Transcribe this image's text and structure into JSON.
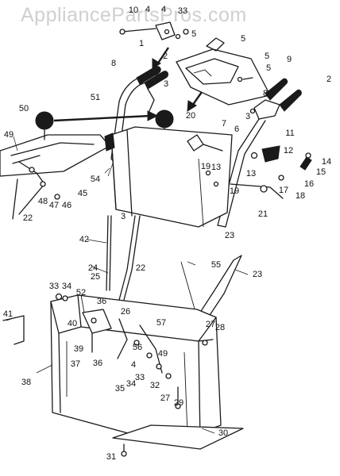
{
  "watermark": "AppliancePartsPros.com",
  "callouts": [
    {
      "id": "c10",
      "text": "10"
    },
    {
      "id": "c4a",
      "text": "4"
    },
    {
      "id": "c4b",
      "text": "4"
    },
    {
      "id": "c33a",
      "text": "33"
    },
    {
      "id": "c5a",
      "text": "5"
    },
    {
      "id": "c1",
      "text": "1"
    },
    {
      "id": "c2a",
      "text": "2"
    },
    {
      "id": "c5b",
      "text": "5"
    },
    {
      "id": "c5c",
      "text": "5"
    },
    {
      "id": "c9",
      "text": "9"
    },
    {
      "id": "c5d",
      "text": "5"
    },
    {
      "id": "c2b",
      "text": "2"
    },
    {
      "id": "c8a",
      "text": "8"
    },
    {
      "id": "c3a",
      "text": "3"
    },
    {
      "id": "c8b",
      "text": "8"
    },
    {
      "id": "c51",
      "text": "51"
    },
    {
      "id": "c50",
      "text": "50"
    },
    {
      "id": "c20",
      "text": "20"
    },
    {
      "id": "c3b",
      "text": "3"
    },
    {
      "id": "c11",
      "text": "11"
    },
    {
      "id": "c6",
      "text": "6"
    },
    {
      "id": "c7",
      "text": "7"
    },
    {
      "id": "c49a",
      "text": "49"
    },
    {
      "id": "c12",
      "text": "12"
    },
    {
      "id": "c13a",
      "text": "13"
    },
    {
      "id": "c14",
      "text": "14"
    },
    {
      "id": "c15",
      "text": "15"
    },
    {
      "id": "c19a",
      "text": "19"
    },
    {
      "id": "c13b",
      "text": "13"
    },
    {
      "id": "c16",
      "text": "16"
    },
    {
      "id": "c54",
      "text": "54"
    },
    {
      "id": "c48",
      "text": "48"
    },
    {
      "id": "c45",
      "text": "45"
    },
    {
      "id": "c47",
      "text": "47"
    },
    {
      "id": "c46",
      "text": "46"
    },
    {
      "id": "c19b",
      "text": "19"
    },
    {
      "id": "c17",
      "text": "17"
    },
    {
      "id": "c18",
      "text": "18"
    },
    {
      "id": "c21",
      "text": "21"
    },
    {
      "id": "c22a",
      "text": "22"
    },
    {
      "id": "c3c",
      "text": "3"
    },
    {
      "id": "c23a",
      "text": "23"
    },
    {
      "id": "c42",
      "text": "42"
    },
    {
      "id": "c55",
      "text": "55"
    },
    {
      "id": "c23b",
      "text": "23"
    },
    {
      "id": "c24",
      "text": "24"
    },
    {
      "id": "c22b",
      "text": "22"
    },
    {
      "id": "c25",
      "text": "25"
    },
    {
      "id": "c33b",
      "text": "33"
    },
    {
      "id": "c34a",
      "text": "34"
    },
    {
      "id": "c52",
      "text": "52"
    },
    {
      "id": "c36a",
      "text": "36"
    },
    {
      "id": "c41",
      "text": "41"
    },
    {
      "id": "c40",
      "text": "40"
    },
    {
      "id": "c26",
      "text": "26"
    },
    {
      "id": "c57",
      "text": "57"
    },
    {
      "id": "c27a",
      "text": "27"
    },
    {
      "id": "c28",
      "text": "28"
    },
    {
      "id": "c39",
      "text": "39"
    },
    {
      "id": "c56",
      "text": "56"
    },
    {
      "id": "c49b",
      "text": "49"
    },
    {
      "id": "c37",
      "text": "37"
    },
    {
      "id": "c36b",
      "text": "36"
    },
    {
      "id": "c4c",
      "text": "4"
    },
    {
      "id": "c33c",
      "text": "33"
    },
    {
      "id": "c38",
      "text": "38"
    },
    {
      "id": "c35",
      "text": "35"
    },
    {
      "id": "c34b",
      "text": "34"
    },
    {
      "id": "c32",
      "text": "32"
    },
    {
      "id": "c27b",
      "text": "27"
    },
    {
      "id": "c29",
      "text": "29"
    },
    {
      "id": "c30",
      "text": "30"
    },
    {
      "id": "c31",
      "text": "31"
    }
  ]
}
